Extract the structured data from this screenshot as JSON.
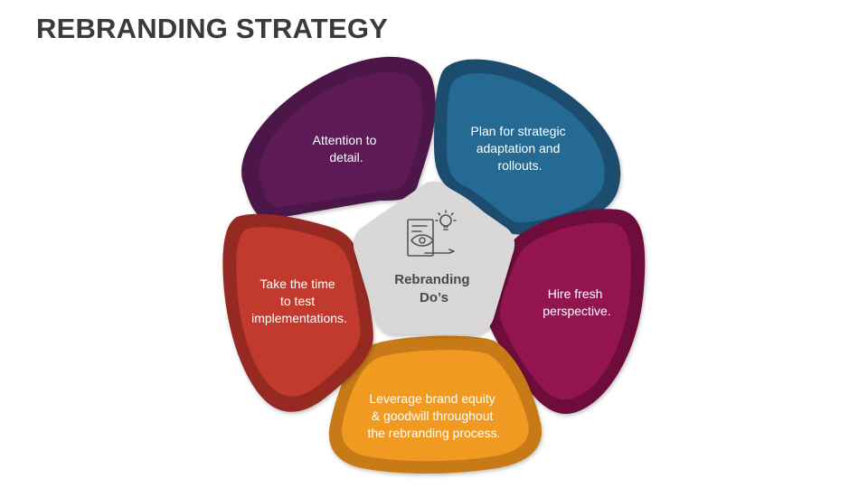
{
  "title": "REBRANDING STRATEGY",
  "center": {
    "line1": "Rebranding",
    "line2": "Do’s",
    "icon": "document-eye-lightbulb-icon",
    "color": "#d9d7d8"
  },
  "petals": [
    {
      "id": "purple",
      "color_dark": "#4d1448",
      "color_light": "#5d1a57",
      "lines": [
        "Attention to",
        "detail."
      ]
    },
    {
      "id": "blue",
      "color_dark": "#1a4e6e",
      "color_light": "#246a92",
      "lines": [
        "Plan for strategic",
        "adaptation and",
        "rollouts."
      ]
    },
    {
      "id": "magenta",
      "color_dark": "#6e0f3a",
      "color_light": "#921550",
      "lines": [
        "Hire fresh",
        "perspective."
      ]
    },
    {
      "id": "orange",
      "color_dark": "#c77a14",
      "color_light": "#f09a22",
      "lines": [
        "Leverage brand equity",
        "& goodwill throughout",
        "the rebranding process."
      ]
    },
    {
      "id": "red",
      "color_dark": "#962a20",
      "color_light": "#c23a2e",
      "lines": [
        "Take the time",
        "to test",
        "implementations."
      ]
    }
  ]
}
